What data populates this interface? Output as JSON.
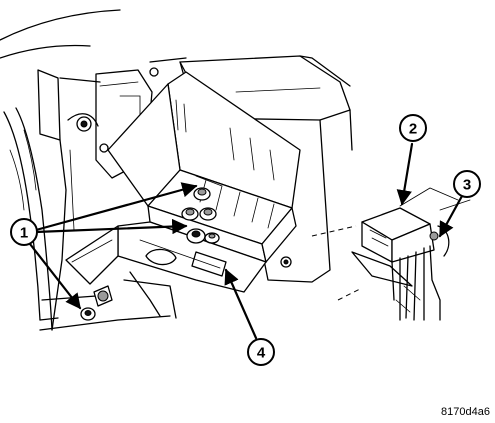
{
  "callouts": [
    {
      "id": "callout-1",
      "label": "1"
    },
    {
      "id": "callout-2",
      "label": "2"
    },
    {
      "id": "callout-3",
      "label": "3"
    },
    {
      "id": "callout-4",
      "label": "4"
    }
  ],
  "figure_id": "8170d4a6"
}
